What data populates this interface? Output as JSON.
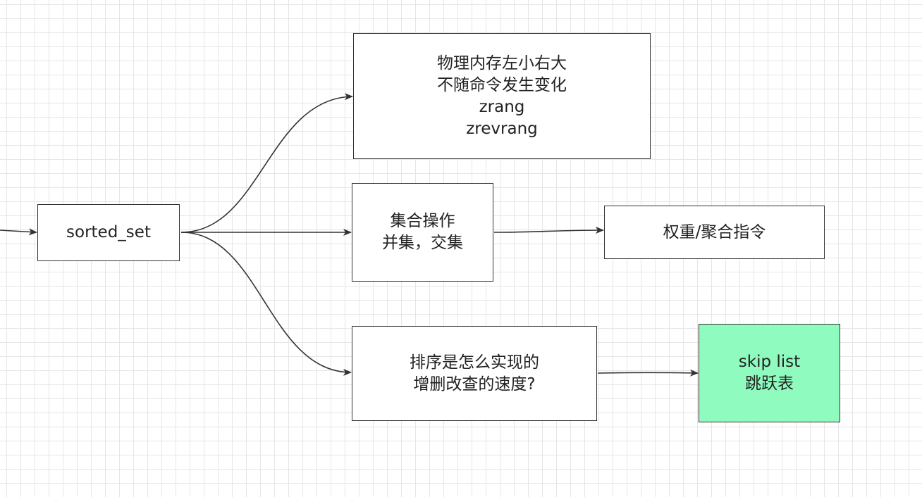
{
  "diagram": {
    "colors": {
      "stroke": "#333333",
      "text": "#222222",
      "grid": "#e6e6e6",
      "highlight_fill": "#8ffbbf"
    },
    "nodes": {
      "sorted_set": {
        "lines": [
          "sorted_set"
        ]
      },
      "memory_order": {
        "lines": [
          "物理内存左小右大",
          "不随命令发生变化",
          "zrang",
          "zrevrang"
        ]
      },
      "set_ops": {
        "lines": [
          "集合操作",
          "并集，交集"
        ]
      },
      "weight_aggregate": {
        "lines": [
          "权重/聚合指令"
        ]
      },
      "sort_impl": {
        "lines": [
          "排序是怎么实现的",
          "增删改查的速度?"
        ]
      },
      "skip_list": {
        "lines": [
          "skip list",
          "跳跃表"
        ]
      }
    },
    "edges": [
      {
        "from": "",
        "to": "sorted_set"
      },
      {
        "from": "sorted_set",
        "to": "memory_order"
      },
      {
        "from": "sorted_set",
        "to": "set_ops"
      },
      {
        "from": "sorted_set",
        "to": "sort_impl"
      },
      {
        "from": "set_ops",
        "to": "weight_aggregate"
      },
      {
        "from": "sort_impl",
        "to": "skip_list"
      }
    ]
  }
}
